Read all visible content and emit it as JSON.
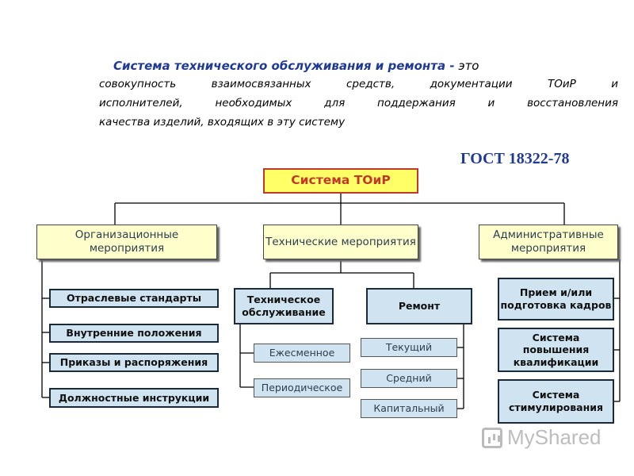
{
  "intro": {
    "title_bold": "Система технического обслуживания и ремонта -",
    "title_rest": " это",
    "line1": "совокупность взаимосвязанных средств, документации ТОиР и",
    "line2": "исполнителей, необходимых для поддержания и восстановления",
    "line3": "качества изделий, входящих в эту систему"
  },
  "gost": "ГОСТ 18322-78",
  "root": "Система ТОиР",
  "categories": {
    "org": "Организационные мероприятия",
    "tech": "Технические мероприятия",
    "admin": "Административные мероприятия"
  },
  "org_items": [
    "Отраслевые стандарты",
    "Внутренние положения",
    "Приказы и распоряжения",
    "Должностные инструкции"
  ],
  "tech": {
    "maintenance": "Техническое обслуживание",
    "maintenance_items": [
      "Ежесменное",
      "Периодическое"
    ],
    "repair": "Ремонт",
    "repair_items": [
      "Текущий",
      "Средний",
      "Капитальный"
    ]
  },
  "admin_items": [
    "Прием и/или подготовка кадров",
    "Система повышения квалификации",
    "Система стимулирования"
  ],
  "watermark": "MyShared",
  "colors": {
    "accent_blue": "#1f3a93",
    "root_fill": "#ffff66",
    "root_text": "#c0392b",
    "category_fill": "#ffffcc",
    "item_fill": "#cfe3f1"
  }
}
